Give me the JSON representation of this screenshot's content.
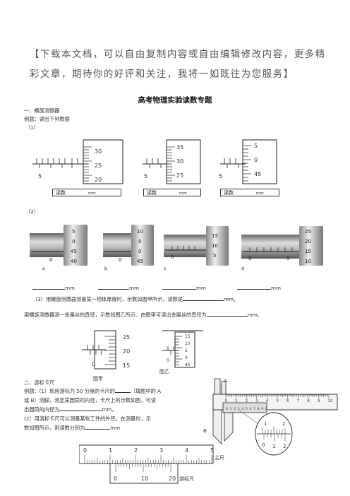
{
  "notice": "【下载本文档，可以自由复制内容或自由编辑修改内容，更多精彩文章，期待你的好评和关注，我将一如既往为您服务】",
  "title": "高考物理实验读数专题",
  "section1": {
    "heading": "一、螺旋测微器",
    "example": "例题：读出下列数据",
    "part1_label": "（1）",
    "part1_dials": [
      {
        "main": "5",
        "thimble": [
          "30",
          "25",
          "20"
        ]
      },
      {
        "main": "5",
        "thimble": [
          "35",
          "30",
          "25"
        ]
      },
      {
        "main": "5",
        "thimble": [
          "5",
          "0",
          "45"
        ]
      }
    ],
    "reading_label": "读数",
    "unit": "mm",
    "part2_label": "（2）",
    "part2_dials": [
      {
        "letter": "a",
        "thimble": [
          "5",
          "0",
          "45",
          "40"
        ],
        "main": "0"
      },
      {
        "letter": "b",
        "thimble": [
          "10",
          "5",
          "0",
          "45"
        ],
        "main": "0"
      },
      {
        "letter": "c",
        "thimble": [
          "15",
          "10",
          "5"
        ],
        "main": "0"
      },
      {
        "letter": "d",
        "thimble": [
          "25",
          "20",
          "15",
          "10"
        ],
        "main": "0",
        "main2": "5"
      }
    ],
    "q3": "（3）用螺旋测微器测量某一物体厚度时，示数如图甲所示，读数是",
    "q3_unit": "mm。",
    "q4": "用螺旋测微器测一金属丝的直径，示数如图乙所示．由图甲可读出金属丝的直径为",
    "q4_unit": "mm。",
    "fig_jia": {
      "label": "图甲",
      "main": "0",
      "thimble": [
        "25",
        "20",
        "15"
      ]
    },
    "fig_yi": {
      "label": "图乙",
      "main": "0",
      "thimble": [
        "15",
        "10",
        "5",
        "0",
        "45"
      ]
    }
  },
  "section2": {
    "heading": "二、游标卡尺",
    "ex1_a": "例题：(1）现用游标为 50 分度的卡尺的",
    "ex1_b": "（填图中的 A",
    "ex1_c": "或 B）测脚，测定某圆筒的内径，卡尺上的示数如图，可读",
    "ex1_d": "出圆筒的内径为",
    "ex1_unit": "mm。",
    "ex2_a": "(2）用游标卡尺可以测量某些工件的外径。在测量时，示",
    "ex2_b": "数如图所示，则读数分别为",
    "ex2_unit": "mm",
    "caliper": {
      "label_a": "A",
      "label_b": "B",
      "main_ticks": [
        "0",
        "1",
        "2",
        "3",
        "4",
        "5",
        "6",
        "7",
        "8",
        "9",
        "10"
      ],
      "vernier_ticks": [
        "0",
        "1",
        "2",
        "3",
        "4",
        "5",
        "6",
        "7",
        "8",
        "9",
        "0"
      ],
      "zoom_top": [
        "1",
        "2"
      ],
      "zoom_bottom": [
        "0",
        "1",
        "2"
      ]
    },
    "vernier_scale": {
      "main_label": "主尺",
      "vernier_label": "游标尺",
      "main_ticks": [
        "0",
        "1",
        "2",
        "3",
        "4",
        "5"
      ],
      "vernier_ticks": [
        "0",
        "10",
        "20"
      ]
    }
  }
}
